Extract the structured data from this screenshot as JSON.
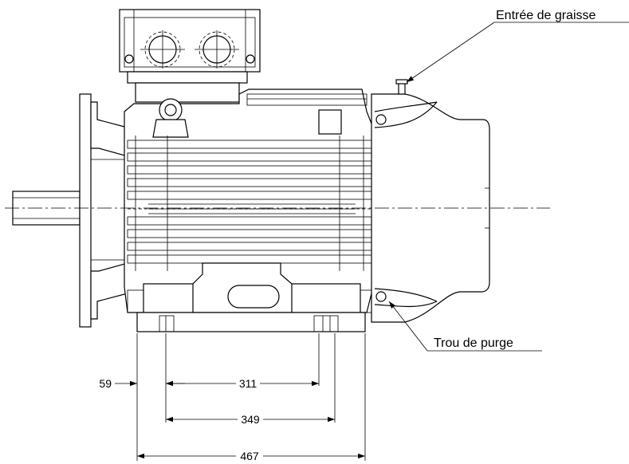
{
  "callouts": {
    "grease_inlet": "Entrée de graisse",
    "drain_hole": "Trou de purge"
  },
  "dimensions": {
    "d59": "59",
    "d311": "311",
    "d349": "349",
    "d467": "467"
  }
}
